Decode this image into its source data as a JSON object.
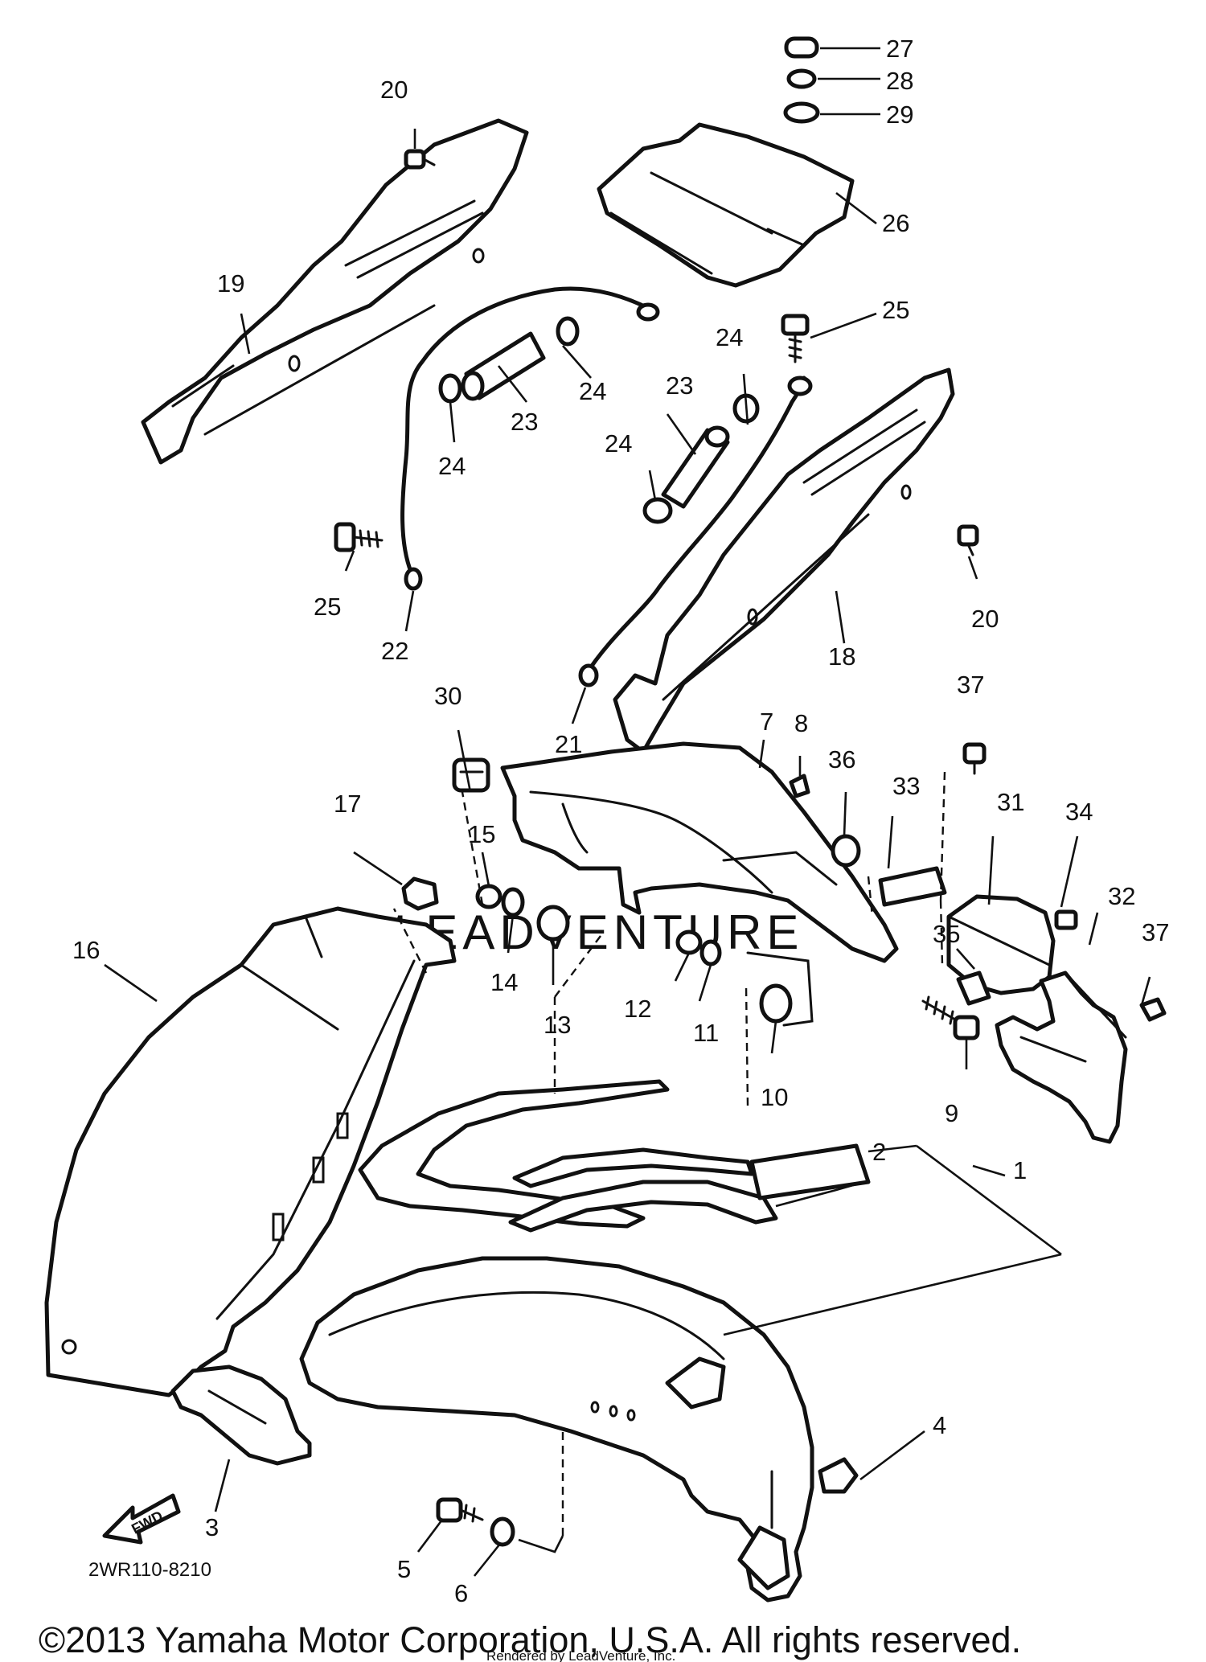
{
  "diagram_code": "2WR110-8210",
  "direction_arrow": "FWD",
  "watermark": "LEADVENTURE",
  "copyright": "©2013 Yamaha Motor Corporation, U.S.A. All rights reserved.",
  "rendered_by": "Rendered by LeadVenture, Inc.",
  "callouts": {
    "c1": "1",
    "c2": "2",
    "c3": "3",
    "c4": "4",
    "c5": "5",
    "c6": "6",
    "c7": "7",
    "c8": "8",
    "c9": "9",
    "c10": "10",
    "c11": "11",
    "c12": "12",
    "c13": "13",
    "c14": "14",
    "c15": "15",
    "c16": "16",
    "c17": "17",
    "c18": "18",
    "c19": "19",
    "c20a": "20",
    "c20b": "20",
    "c21": "21",
    "c22": "22",
    "c23a": "23",
    "c23b": "23",
    "c24a": "24",
    "c24b": "24",
    "c24c": "24",
    "c24d": "24",
    "c25a": "25",
    "c25b": "25",
    "c26": "26",
    "c27": "27",
    "c28": "28",
    "c29": "29",
    "c30": "30",
    "c31": "31",
    "c32": "32",
    "c33": "33",
    "c34": "34",
    "c35": "35",
    "c36": "36",
    "c37a": "37",
    "c37b": "37"
  }
}
